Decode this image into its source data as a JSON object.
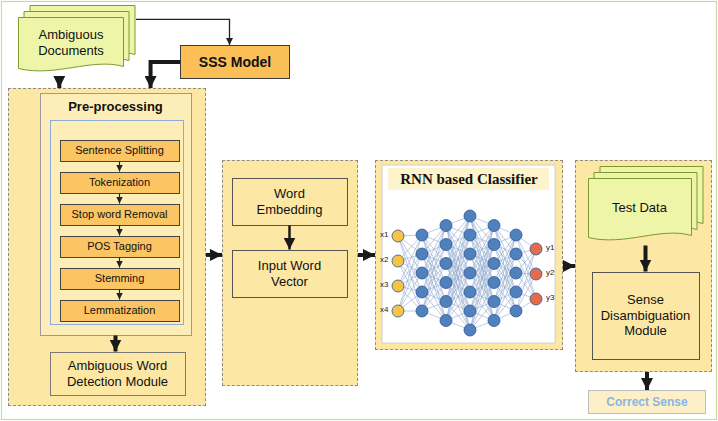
{
  "diagram": {
    "nodes": [
      {
        "text": [
          "Ambiguous Documents"
        ]
      },
      {
        "text": [
          "SSS Model"
        ]
      },
      {
        "text": []
      },
      {
        "text": [
          "Pre-processing"
        ],
        "in": 2
      },
      {
        "text": [
          "Sentence Splitting"
        ],
        "in": 3
      },
      {
        "text": [
          "Tokenization"
        ],
        "in": 3
      },
      {
        "text": [
          "Stop word Removal"
        ],
        "in": 3
      },
      {
        "text": [
          "POS Tagging"
        ],
        "in": 3
      },
      {
        "text": [
          "Stemming"
        ],
        "in": 3
      },
      {
        "text": [
          "Lemmatization"
        ],
        "in": 3
      },
      {
        "text": [
          "Ambiguous Word Detection Module"
        ],
        "in": 2
      },
      {
        "text": []
      },
      {
        "text": [
          "Word Embedding"
        ],
        "in": 11
      },
      {
        "text": [
          "Input Word Vector"
        ],
        "in": 11
      },
      {
        "text": [
          "RNN based Classifier"
        ]
      },
      {
        "text": []
      },
      {
        "text": [
          "Test Data"
        ],
        "in": 15
      },
      {
        "text": [
          "Sense Disambiguation Module"
        ],
        "in": 15
      },
      {
        "text": [
          "Correct Sense"
        ]
      }
    ],
    "edges": [
      {
        "from": 0,
        "to": 1,
        "arrow": "to"
      },
      {
        "from": 0,
        "to": 2,
        "arrow": "to"
      },
      {
        "from": 1,
        "to": 2,
        "arrow": "to"
      },
      {
        "from": 4,
        "to": 5,
        "arrow": "to"
      },
      {
        "from": 5,
        "to": 6,
        "arrow": "to"
      },
      {
        "from": 6,
        "to": 7,
        "arrow": "to"
      },
      {
        "from": 7,
        "to": 8,
        "arrow": "to"
      },
      {
        "from": 8,
        "to": 9,
        "arrow": "to"
      },
      {
        "from": 3,
        "to": 10,
        "arrow": "to"
      },
      {
        "from": 2,
        "to": 11,
        "arrow": "to"
      },
      {
        "from": 12,
        "to": 13,
        "arrow": "to"
      },
      {
        "from": 11,
        "to": 14,
        "arrow": "to"
      },
      {
        "from": 14,
        "to": 15,
        "arrow": "to"
      },
      {
        "from": 16,
        "to": 17,
        "arrow": "to"
      },
      {
        "from": 15,
        "to": 18,
        "arrow": "to"
      }
    ],
    "labels": [
      "x1",
      "x2",
      "x3",
      "x4",
      "y1",
      "y2",
      "y3"
    ]
  }
}
